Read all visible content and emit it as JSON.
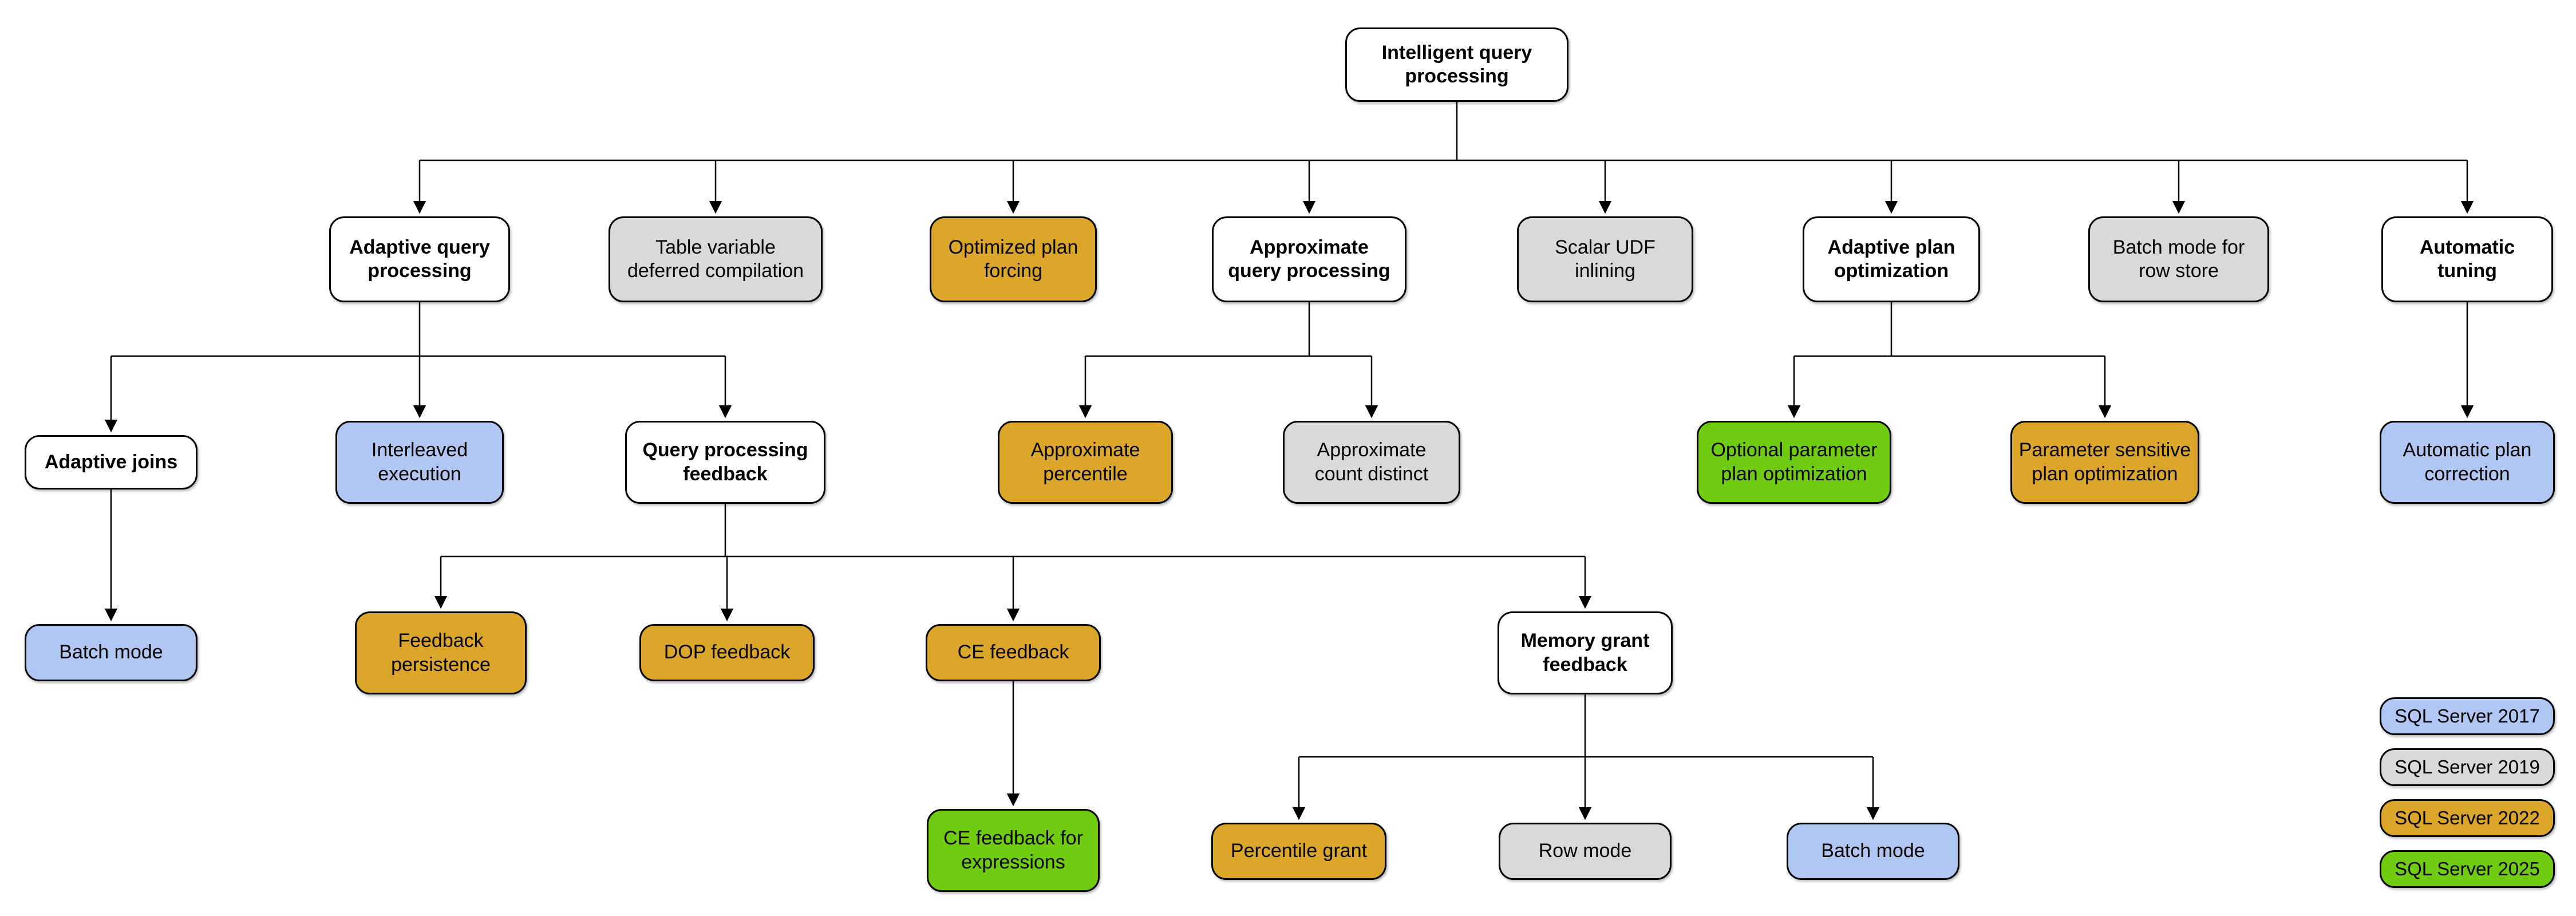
{
  "palette": {
    "category": "#FFFFFF",
    "sql2017": "#AFC7F2",
    "sql2019": "#D9D9D9",
    "sql2022": "#DBA62A",
    "sql2025": "#70CC11"
  },
  "nodes": [
    {
      "id": "intelligent-query-processing",
      "label": "Intelligent query\nprocessing",
      "version": "category"
    },
    {
      "id": "adaptive-query-processing",
      "label": "Adaptive query\nprocessing",
      "version": "category"
    },
    {
      "id": "table-variable-deferred-compilation",
      "label": "Table variable\ndeferred compilation",
      "version": "sql2019"
    },
    {
      "id": "optimized-plan-forcing",
      "label": "Optimized plan\nforcing",
      "version": "sql2022"
    },
    {
      "id": "approximate-query-processing",
      "label": "Approximate\nquery processing",
      "version": "category"
    },
    {
      "id": "scalar-udf-inlining",
      "label": "Scalar UDF\ninlining",
      "version": "sql2019"
    },
    {
      "id": "adaptive-plan-optimization",
      "label": "Adaptive plan\noptimization",
      "version": "category"
    },
    {
      "id": "batch-mode-for-row-store",
      "label": "Batch mode for\nrow store",
      "version": "sql2019"
    },
    {
      "id": "automatic-tuning",
      "label": "Automatic\ntuning",
      "version": "category"
    },
    {
      "id": "adaptive-joins",
      "label": "Adaptive joins",
      "version": "category"
    },
    {
      "id": "interleaved-execution",
      "label": "Interleaved\nexecution",
      "version": "sql2017"
    },
    {
      "id": "query-processing-feedback",
      "label": "Query processing\nfeedback",
      "version": "category"
    },
    {
      "id": "approximate-percentile",
      "label": "Approximate\npercentile",
      "version": "sql2022"
    },
    {
      "id": "approximate-count-distinct",
      "label": "Approximate\ncount distinct",
      "version": "sql2019"
    },
    {
      "id": "optional-parameter-plan-optimization",
      "label": "Optional parameter\nplan optimization",
      "version": "sql2025"
    },
    {
      "id": "parameter-sensitive-plan-optimization",
      "label": "Parameter sensitive\nplan optimization",
      "version": "sql2022"
    },
    {
      "id": "automatic-plan-correction",
      "label": "Automatic plan\ncorrection",
      "version": "sql2017"
    },
    {
      "id": "batch-mode-adaptive-joins",
      "label": "Batch mode",
      "version": "sql2017"
    },
    {
      "id": "feedback-persistence",
      "label": "Feedback\npersistence",
      "version": "sql2022"
    },
    {
      "id": "dop-feedback",
      "label": "DOP feedback",
      "version": "sql2022"
    },
    {
      "id": "ce-feedback",
      "label": "CE feedback",
      "version": "sql2022"
    },
    {
      "id": "memory-grant-feedback",
      "label": "Memory grant\nfeedback",
      "version": "category"
    },
    {
      "id": "ce-feedback-for-expressions",
      "label": "CE feedback for\nexpressions",
      "version": "sql2025"
    },
    {
      "id": "percentile-grant",
      "label": "Percentile grant",
      "version": "sql2022"
    },
    {
      "id": "row-mode",
      "label": "Row mode",
      "version": "sql2019"
    },
    {
      "id": "batch-mode-memory-grant",
      "label": "Batch mode",
      "version": "sql2017"
    }
  ],
  "edges": [
    {
      "from": "intelligent-query-processing",
      "to": "adaptive-query-processing"
    },
    {
      "from": "intelligent-query-processing",
      "to": "table-variable-deferred-compilation"
    },
    {
      "from": "intelligent-query-processing",
      "to": "optimized-plan-forcing"
    },
    {
      "from": "intelligent-query-processing",
      "to": "approximate-query-processing"
    },
    {
      "from": "intelligent-query-processing",
      "to": "scalar-udf-inlining"
    },
    {
      "from": "intelligent-query-processing",
      "to": "adaptive-plan-optimization"
    },
    {
      "from": "intelligent-query-processing",
      "to": "batch-mode-for-row-store"
    },
    {
      "from": "intelligent-query-processing",
      "to": "automatic-tuning"
    },
    {
      "from": "adaptive-query-processing",
      "to": "adaptive-joins"
    },
    {
      "from": "adaptive-query-processing",
      "to": "interleaved-execution"
    },
    {
      "from": "adaptive-query-processing",
      "to": "query-processing-feedback"
    },
    {
      "from": "approximate-query-processing",
      "to": "approximate-percentile"
    },
    {
      "from": "approximate-query-processing",
      "to": "approximate-count-distinct"
    },
    {
      "from": "adaptive-plan-optimization",
      "to": "optional-parameter-plan-optimization"
    },
    {
      "from": "adaptive-plan-optimization",
      "to": "parameter-sensitive-plan-optimization"
    },
    {
      "from": "automatic-tuning",
      "to": "automatic-plan-correction"
    },
    {
      "from": "adaptive-joins",
      "to": "batch-mode-adaptive-joins"
    },
    {
      "from": "query-processing-feedback",
      "to": "feedback-persistence"
    },
    {
      "from": "query-processing-feedback",
      "to": "dop-feedback"
    },
    {
      "from": "query-processing-feedback",
      "to": "ce-feedback"
    },
    {
      "from": "query-processing-feedback",
      "to": "memory-grant-feedback"
    },
    {
      "from": "ce-feedback",
      "to": "ce-feedback-for-expressions"
    },
    {
      "from": "memory-grant-feedback",
      "to": "percentile-grant"
    },
    {
      "from": "memory-grant-feedback",
      "to": "row-mode"
    },
    {
      "from": "memory-grant-feedback",
      "to": "batch-mode-memory-grant"
    }
  ],
  "legend": {
    "items": [
      {
        "label": "SQL Server 2017",
        "version": "sql2017"
      },
      {
        "label": "SQL Server 2019",
        "version": "sql2019"
      },
      {
        "label": "SQL Server 2022",
        "version": "sql2022"
      },
      {
        "label": "SQL Server 2025",
        "version": "sql2025"
      }
    ]
  }
}
